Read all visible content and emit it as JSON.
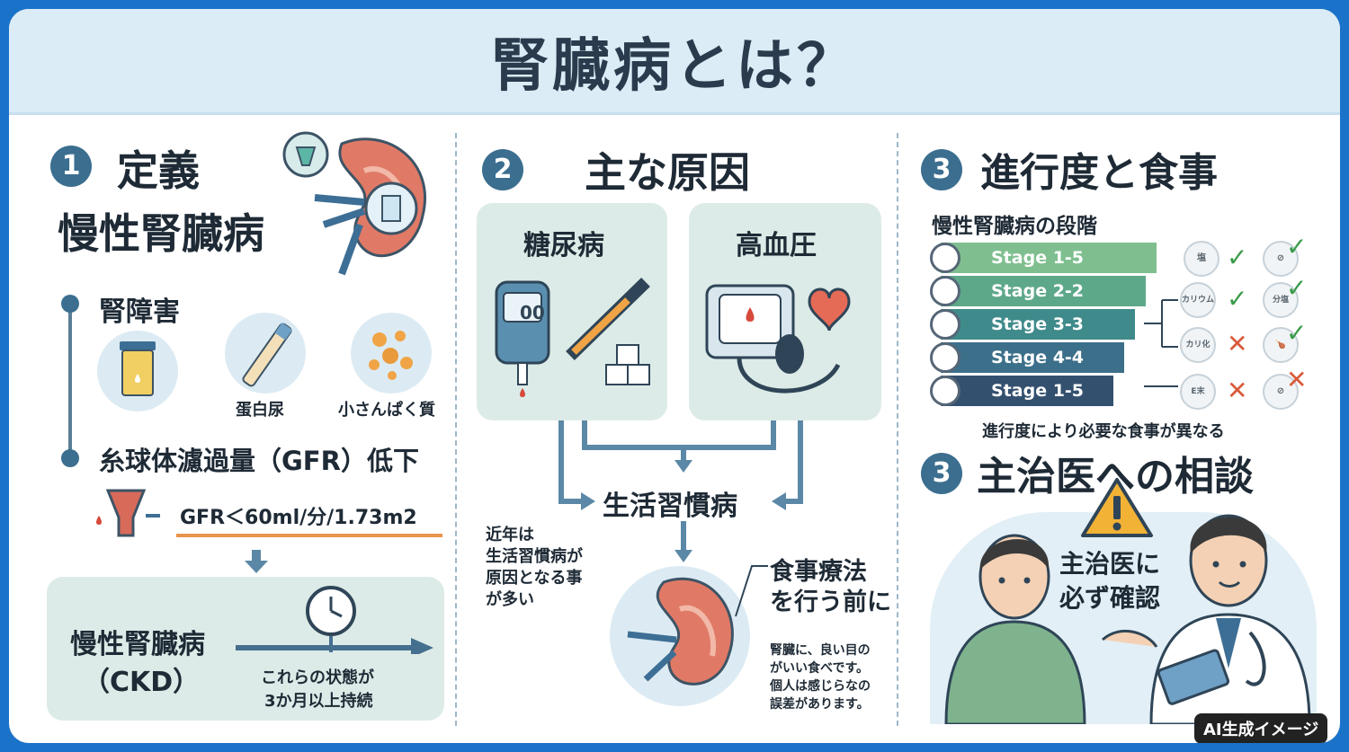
{
  "title": "腎臓病とは？",
  "section1": {
    "number": "1",
    "heading": "定義",
    "subheading": "慢性腎臓病",
    "item1": "腎障害",
    "item1_captions": [
      "蛋白尿",
      "小さんぱく質"
    ],
    "item2": "糸球体濾過量（GFR）低下",
    "gfr_text": "GFR＜60ml/分/1.73m2",
    "result_title_1": "慢性腎臓病",
    "result_title_2": "（CKD）",
    "duration_1": "これらの状態が",
    "duration_2": "3か月以上持続"
  },
  "section2": {
    "number": "2",
    "heading": "主な原因",
    "cause1": "糖尿病",
    "cause2": "高血圧",
    "glucometer_reading": "00",
    "lifestyle": "生活習慣病",
    "note_lines": [
      "近年は",
      "生活習慣病が",
      "原因となる事",
      "が多い"
    ],
    "diet_lines": [
      "食事療法",
      "を行う前に"
    ],
    "small_note_lines": [
      "腎臓に、良い目の",
      "がいい食べです。",
      "個人は感じらなの",
      "誤差があります。"
    ]
  },
  "section3": {
    "number": "3",
    "heading": "進行度と食事",
    "stages_title": "慢性腎臓病の段階",
    "stages": [
      "Stage 1-5",
      "Stage 2-2",
      "Stage 3-3",
      "Stage 4-4",
      "Stage 1-5"
    ],
    "stage_colors": [
      "#7fbf8f",
      "#5ea88a",
      "#3f8a8a",
      "#3c6f8a",
      "#34506f"
    ],
    "food_labels": [
      "塩",
      "カリウム",
      "分塩",
      "カリ化",
      "E末"
    ],
    "footnote": "進行度により必要な食事が異なる"
  },
  "section4": {
    "number": "3",
    "heading": "主治医への相談",
    "bubble_1": "主治医に",
    "bubble_2": "必ず確認"
  },
  "badge": "AI生成イメージ"
}
